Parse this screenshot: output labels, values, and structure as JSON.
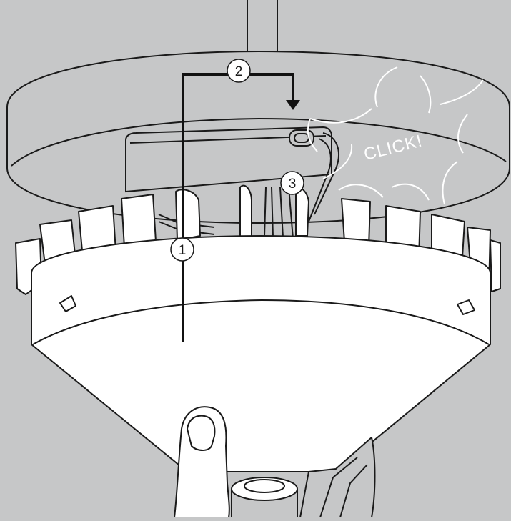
{
  "illustration": {
    "callouts": [
      {
        "number": "1"
      },
      {
        "number": "2"
      },
      {
        "number": "3"
      }
    ],
    "sound_effect": "CLICK!",
    "colors": {
      "background": "#c6c7c8",
      "outline": "#1a1a1a",
      "fixture_fill": "#ffffff",
      "base_fill": "#c6c7c8",
      "effect": "#ffffff"
    }
  }
}
